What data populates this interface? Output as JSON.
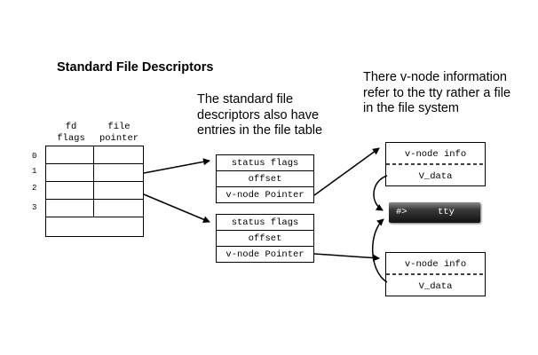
{
  "title": "Standard File Descriptors",
  "caption_middle": "The standard file descriptors also have entries in the file table",
  "caption_right": "There v-node information refer to the tty rather a file in the file system",
  "fd_table": {
    "col_fd_flags": "fd\nflags",
    "col_file_pointer": "file\npointer",
    "row_labels": [
      "0",
      "1",
      "2",
      "3"
    ]
  },
  "file_table_entries": [
    {
      "status": "status flags",
      "offset": "offset",
      "vnode_pointer": "v-node Pointer"
    },
    {
      "status": "status flags",
      "offset": "offset",
      "vnode_pointer": "v-node Pointer"
    }
  ],
  "vnodes": [
    {
      "info": "v-node info",
      "data": "V_data"
    },
    {
      "info": "v-node info",
      "data": "V_data"
    }
  ],
  "tty": {
    "prompt": "#>",
    "label": "tty"
  }
}
